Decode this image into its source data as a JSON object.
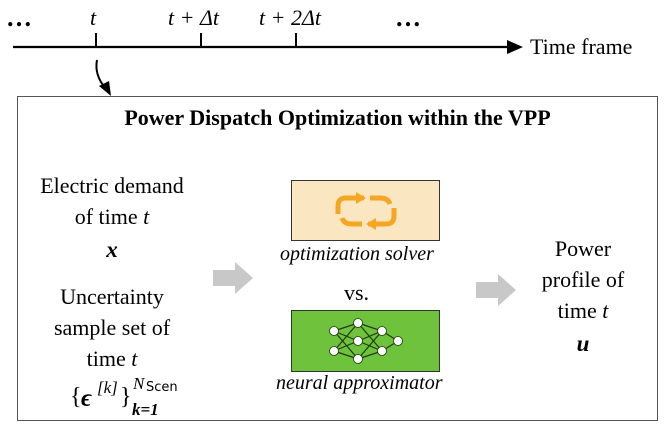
{
  "timeline": {
    "dots_left": "…",
    "t": "t",
    "t_dt": "t + Δt",
    "t_2dt": "t + 2Δt",
    "dots_right": "…",
    "axis_label": "Time frame"
  },
  "box": {
    "title": "Power Dispatch Optimization within the VPP",
    "left": {
      "demand_line1": "Electric demand",
      "demand_line2_text": "of time ",
      "demand_line2_var": "t",
      "demand_symbol": "x",
      "uncert_line1": "Uncertainty",
      "uncert_line2": "sample set of",
      "uncert_line3_text": "time ",
      "uncert_line3_var": "t",
      "set_open": "{",
      "set_eps": "ϵ",
      "set_sup_k": "[k]",
      "set_close": "}",
      "set_sub": "k=1",
      "set_sup_n": "N",
      "set_sup_scen": "Scen"
    },
    "middle": {
      "solver_caption": "optimization solver",
      "vs": "vs.",
      "neural_caption": "neural approximator"
    },
    "right": {
      "line1": "Power",
      "line2": "profile of",
      "line3_text": "time ",
      "line3_var": "t",
      "symbol": "u"
    }
  },
  "colors": {
    "solver_fill": "#fbe6c2",
    "neural_fill": "#6fc23c",
    "cycle_icon": "#f5a623",
    "arrow_gray": "#c8c8c8"
  },
  "icons": [
    "cycle-arrows-icon",
    "neural-network-icon",
    "curved-arrow-icon",
    "gray-arrow-icon"
  ]
}
